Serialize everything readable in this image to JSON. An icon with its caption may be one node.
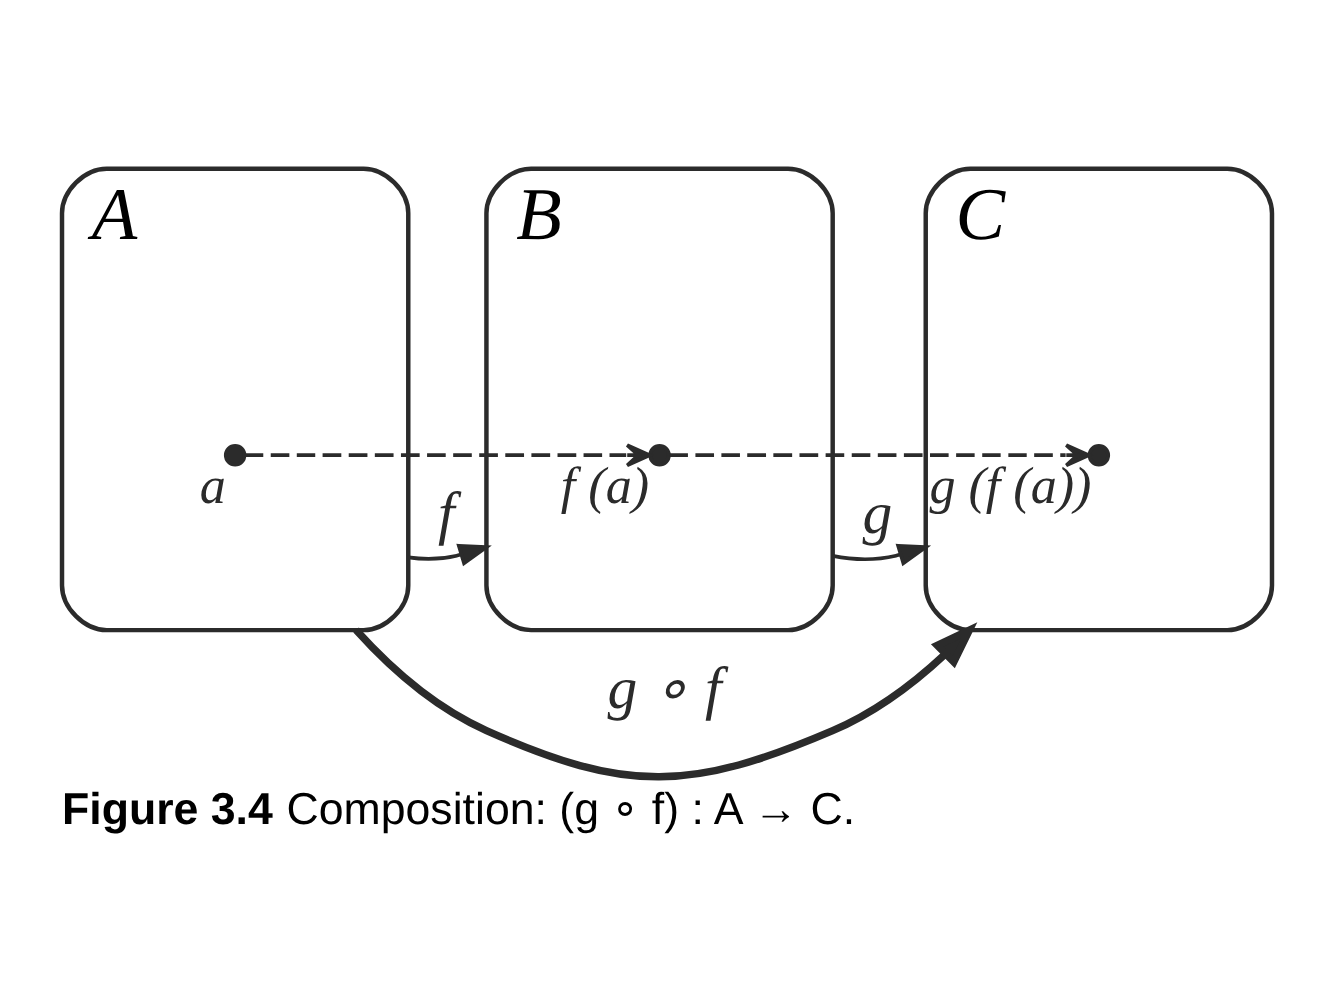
{
  "diagram": {
    "caption": "**Figure 3.4** Composition: (g ∘ f) : A → C.",
    "nodes": [
      {
        "text": [
          "A"
        ]
      },
      {
        "text": [
          "a"
        ],
        "in": 0
      },
      {
        "text": [
          "B"
        ]
      },
      {
        "text": [
          "f (a)"
        ],
        "in": 2
      },
      {
        "text": [
          "C"
        ]
      },
      {
        "text": [
          "g (f (a))"
        ],
        "in": 4
      }
    ],
    "edges": [
      {
        "from": 1,
        "to": 3,
        "arrow": "to",
        "style": "dashed"
      },
      {
        "from": 3,
        "to": 5,
        "arrow": "to",
        "style": "dashed"
      },
      {
        "from": 0,
        "to": 4,
        "arrow": "to",
        "label": "g ∘ f",
        "style": "thick"
      },
      {
        "from": 0,
        "to": 2,
        "arrow": "to",
        "label": "f"
      },
      {
        "from": 2,
        "to": 4,
        "arrow": "to",
        "label": "g"
      }
    ]
  }
}
